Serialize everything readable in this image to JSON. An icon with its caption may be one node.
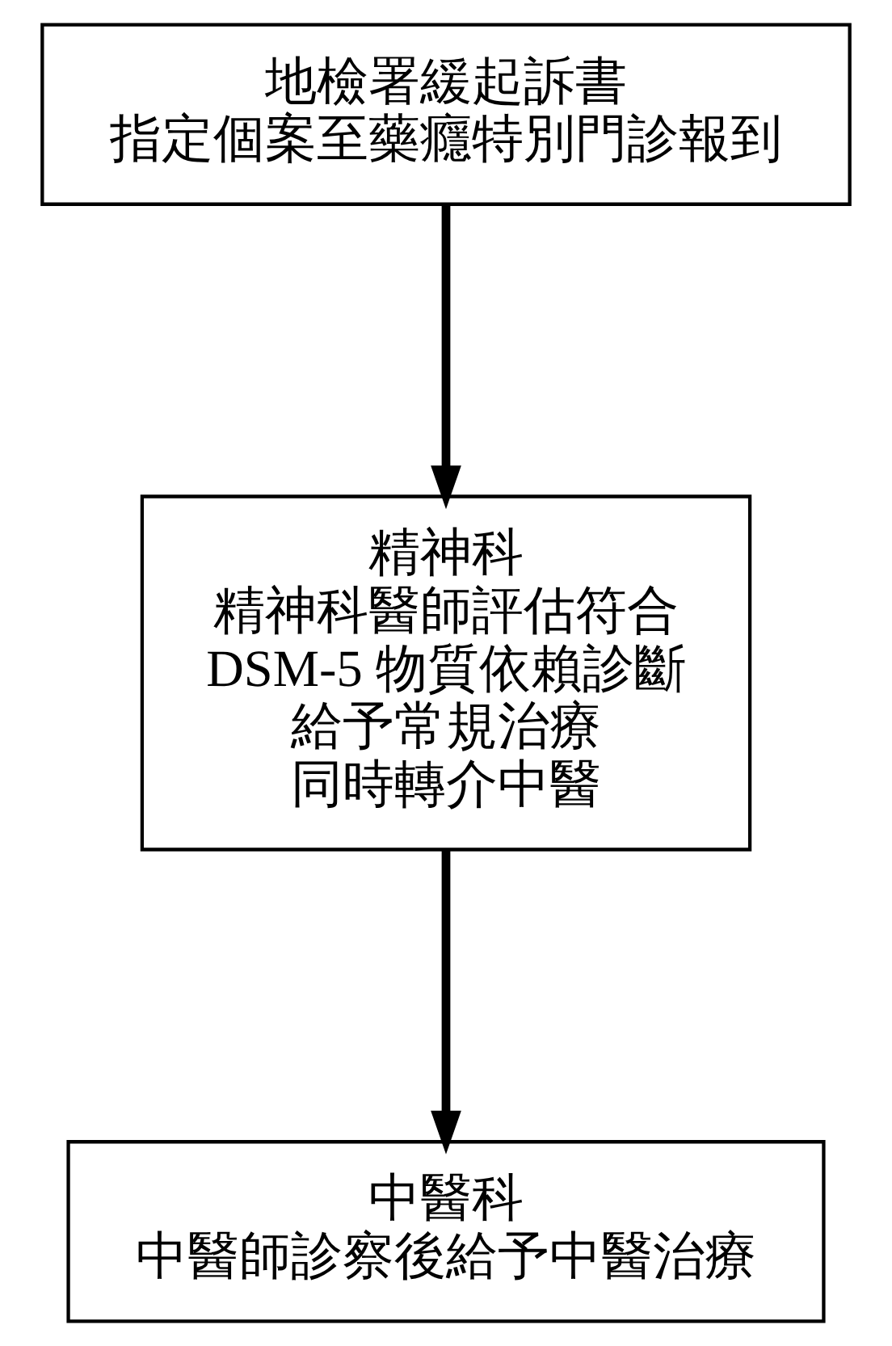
{
  "diagram": {
    "nodes": [
      {
        "text": [
          "地檢署緩起訴書",
          "指定個案至藥癮特別門診報到"
        ]
      },
      {
        "text": [
          "精神科",
          "精神科醫師評估符合",
          "DSM-5 物質依賴診斷",
          "給予常規治療",
          "同時轉介中醫"
        ]
      },
      {
        "text": [
          "中醫科",
          "中醫師診察後給予中醫治療"
        ]
      }
    ],
    "edges": [
      {
        "from": 0,
        "to": 1,
        "arrow": "to"
      },
      {
        "from": 1,
        "to": 2,
        "arrow": "to"
      }
    ]
  }
}
